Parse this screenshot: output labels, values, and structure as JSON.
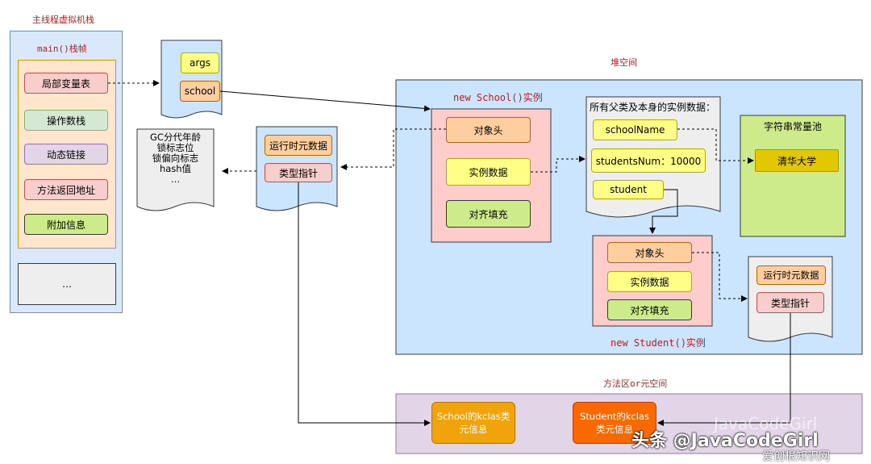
{
  "stack": {
    "title": "主线程虚拟机栈",
    "frame_title": "main()栈帧",
    "items": [
      "局部变量表",
      "操作数栈",
      "动态链接",
      "方法返回地址",
      "附加信息"
    ],
    "more": "…"
  },
  "locals": {
    "args": "args",
    "school": "school"
  },
  "header_doc": {
    "lines": [
      "GC分代年龄",
      "锁标志位",
      "锁偏向标志",
      "hash值",
      "…"
    ]
  },
  "school_class_ptr": {
    "runtime": "运行时元数据",
    "type_ptr": "类型指针"
  },
  "heap": {
    "title": "堆空间",
    "school_instance": {
      "title": "new School()实例",
      "header": "对象头",
      "data": "实例数据",
      "padding": "对齐填充"
    },
    "instance_doc": {
      "title": "所有父类及本身的实例数据：",
      "school_name": "schoolName",
      "students_num": "studentsNum：10000",
      "student": "student"
    },
    "string_pool": {
      "title": "字符串常量池",
      "value": "清华大学"
    },
    "student_instance": {
      "title": "new Student()实例",
      "header": "对象头",
      "data": "实例数据",
      "padding": "对齐填充"
    },
    "student_class_ptr": {
      "runtime": "运行时元数据",
      "type_ptr": "类型指针"
    }
  },
  "method_area": {
    "title": "方法区or元空间",
    "school_klass": "School的kclas类元信息",
    "student_klass": "Student的kclas类元信息"
  },
  "watermark": {
    "line1": "JavaCodeGirl",
    "line2": "头条 @JavaCodeGirl",
    "line3": "爱创根知识网"
  }
}
